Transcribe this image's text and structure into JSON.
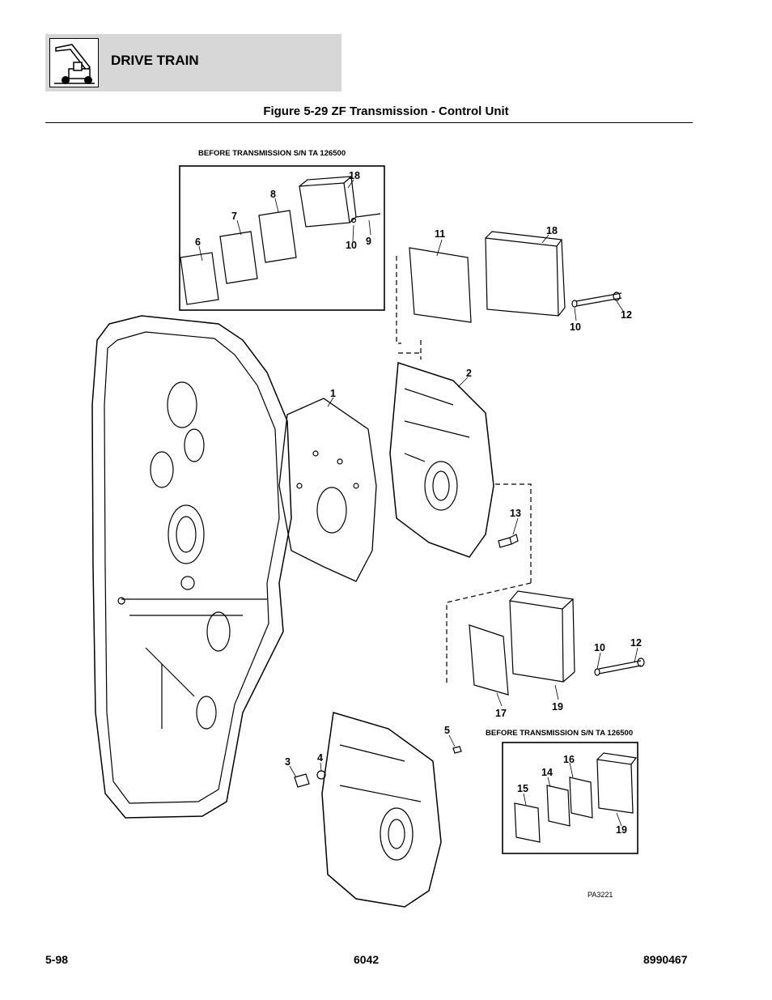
{
  "header": {
    "section_title": "DRIVE TRAIN",
    "icon": "telehandler-icon"
  },
  "figure": {
    "title": "Figure 5-29 ZF Transmission - Control Unit",
    "note_top": "BEFORE TRANSMISSION S/N TA 126500",
    "note_bottom": "BEFORE TRANSMISSION S/N TA 126500",
    "drawing_code": "PA3221",
    "callouts": {
      "c1": "1",
      "c2": "2",
      "c3": "3",
      "c4": "4",
      "c5": "5",
      "inset_top": {
        "c6": "6",
        "c7": "7",
        "c8": "8",
        "c9": "9",
        "c10": "10",
        "c18": "18"
      },
      "upper_group": {
        "c11": "11",
        "c18": "18",
        "c10": "10",
        "c12": "12"
      },
      "middle_group": {
        "c13": "13"
      },
      "lower_group": {
        "c10": "10",
        "c12": "12",
        "c17": "17",
        "c19": "19"
      },
      "inset_bottom": {
        "c14": "14",
        "c15": "15",
        "c16": "16",
        "c19": "19"
      }
    }
  },
  "footer": {
    "page": "5-98",
    "model": "6042",
    "doc_number": "8990467"
  }
}
